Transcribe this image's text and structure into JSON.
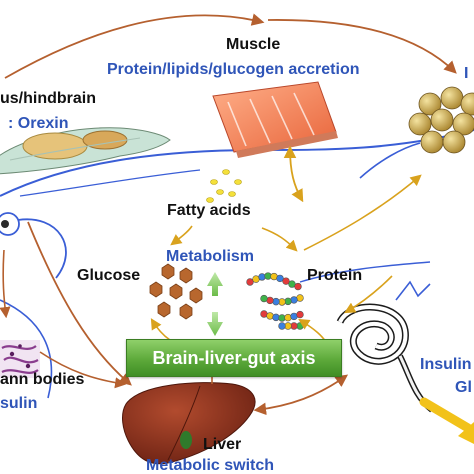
{
  "labels": {
    "muscle": "Muscle",
    "muscle_role": "Protein/lipids/glucogen accretion",
    "hindbrain": "us/hindbrain",
    "orexin": ":  Orexin",
    "fatty_acids": "Fatty acids",
    "metabolism": "Metabolism",
    "glucose": "Glucose",
    "protein": "Protein",
    "axis": "Brain-liver-gut axis",
    "stannius": "ann bodies",
    "insulin_left": "sulin",
    "insulin_right": "Insulin",
    "gut_right": "Gl",
    "liver": "Liver",
    "liver_role": "Metabolic switch",
    "top_right_fragment": "I"
  },
  "colors": {
    "label_dark": "#111111",
    "label_blue": "#2f55b8",
    "arrow_brown": "#b5602f",
    "arrow_gold": "#d9a21d",
    "axis_green": "#5da93a",
    "fish_outline": "#3a5ed6"
  }
}
